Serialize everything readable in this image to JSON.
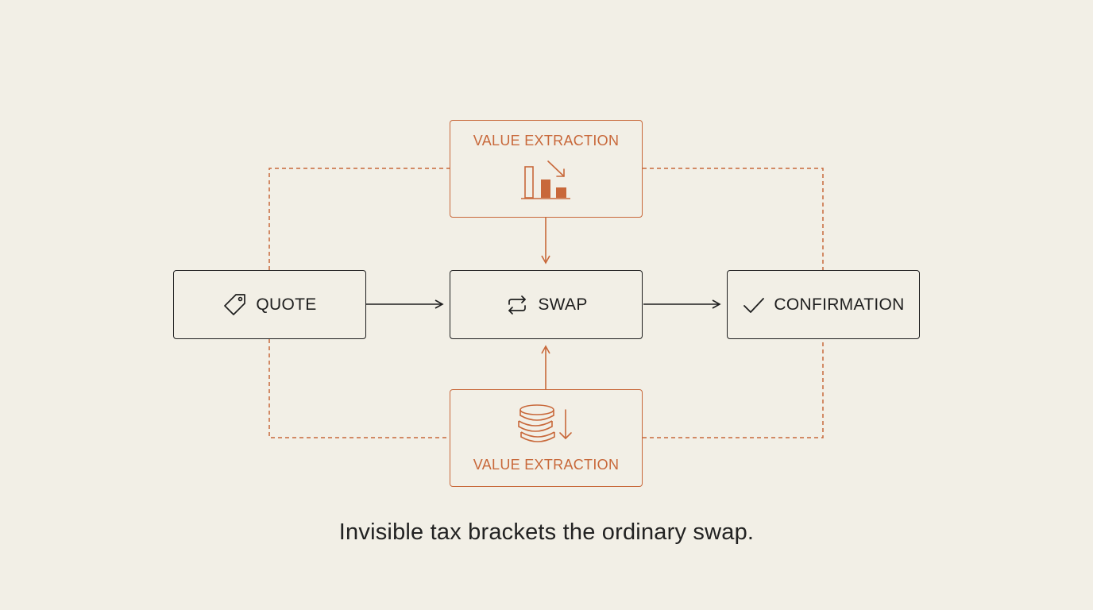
{
  "diagram": {
    "nodes": {
      "quote": {
        "label": "QUOTE",
        "icon": "price-tag-icon"
      },
      "swap": {
        "label": "SWAP",
        "icon": "swap-arrows-icon"
      },
      "confirmation": {
        "label": "CONFIRMATION",
        "icon": "checkmark-icon"
      },
      "extraction_top": {
        "label": "VALUE EXTRACTION",
        "icon": "declining-bar-chart-icon"
      },
      "extraction_bottom": {
        "label": "VALUE EXTRACTION",
        "icon": "coin-stack-down-icon"
      }
    },
    "edges": [
      {
        "from": "quote",
        "to": "swap",
        "style": "solid"
      },
      {
        "from": "swap",
        "to": "confirmation",
        "style": "solid"
      },
      {
        "from": "extraction_top",
        "to": "swap",
        "style": "solid"
      },
      {
        "from": "extraction_bottom",
        "to": "swap",
        "style": "solid"
      },
      {
        "from": "quote",
        "to": "extraction_top",
        "style": "dashed"
      },
      {
        "from": "extraction_top",
        "to": "confirmation",
        "style": "dashed"
      },
      {
        "from": "quote",
        "to": "extraction_bottom",
        "style": "dashed"
      },
      {
        "from": "extraction_bottom",
        "to": "confirmation",
        "style": "dashed"
      }
    ],
    "colors": {
      "background": "#f2efe6",
      "flow": "#1e1e1e",
      "accent": "#c8683a"
    }
  },
  "caption": "Invisible tax brackets the ordinary swap."
}
